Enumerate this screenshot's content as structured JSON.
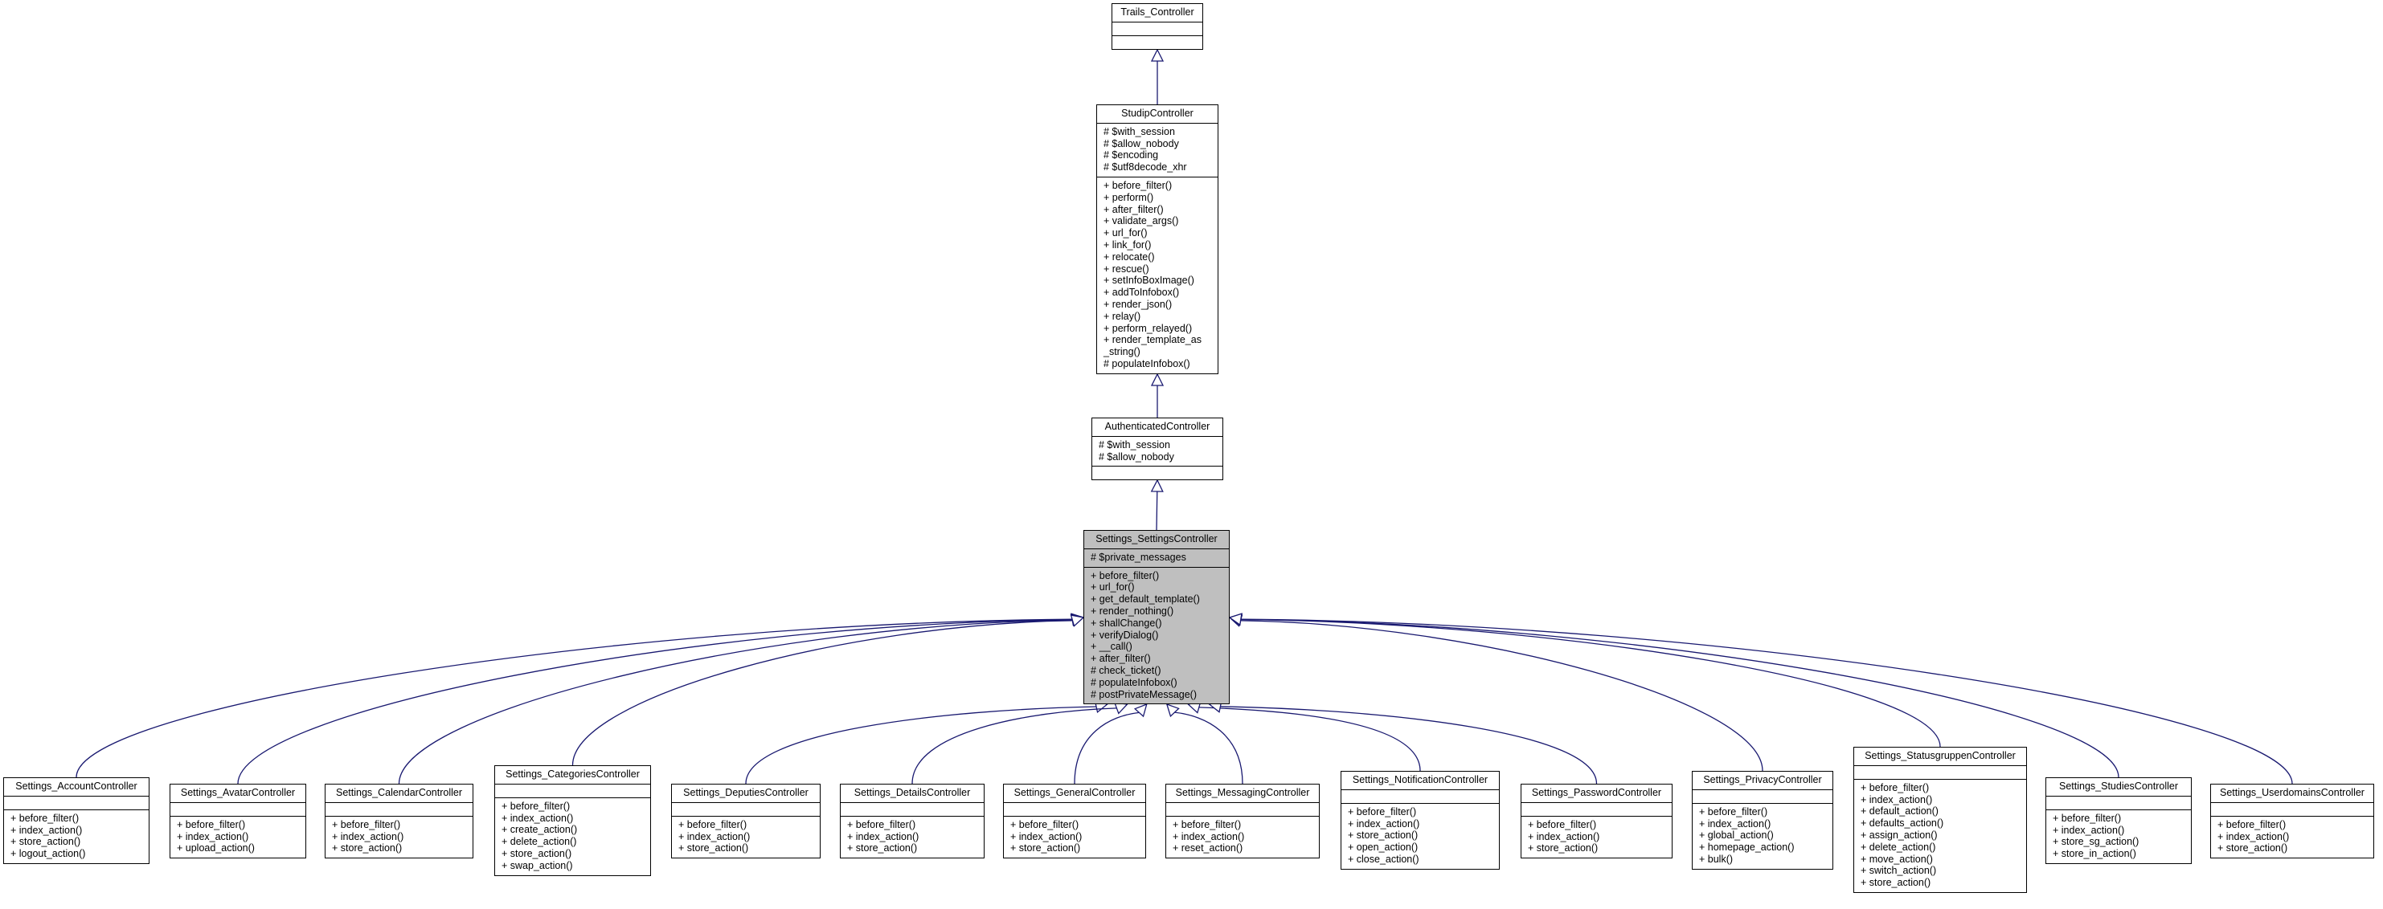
{
  "diagram": {
    "colors": {
      "edge": "#191970",
      "box_border": "#000000",
      "highlight": "#bfbfbf"
    },
    "classes": [
      {
        "id": "trails",
        "name": "Trails_Controller",
        "attributes": [],
        "methods": []
      },
      {
        "id": "studip",
        "name": "StudipController",
        "attributes": [
          "# $with_session",
          "# $allow_nobody",
          "# $encoding",
          "# $utf8decode_xhr"
        ],
        "methods": [
          "+ before_filter()",
          "+ perform()",
          "+ after_filter()",
          "+ validate_args()",
          "+ url_for()",
          "+ link_for()",
          "+ relocate()",
          "+ rescue()",
          "+ setInfoBoxImage()",
          "+ addToInfobox()",
          "+ render_json()",
          "+ relay()",
          "+ perform_relayed()",
          "+ render_template_as",
          "_string()",
          "# populateInfobox()"
        ]
      },
      {
        "id": "auth",
        "name": "AuthenticatedController",
        "attributes": [
          "# $with_session",
          "# $allow_nobody"
        ],
        "methods": []
      },
      {
        "id": "settings",
        "name": "Settings_SettingsController",
        "highlight": true,
        "attributes": [
          "# $private_messages"
        ],
        "methods": [
          "+ before_filter()",
          "+ url_for()",
          "+ get_default_template()",
          "+ render_nothing()",
          "+ shallChange()",
          "+ verifyDialog()",
          "+ __call()",
          "+ after_filter()",
          "# check_ticket()",
          "# populateInfobox()",
          "# postPrivateMessage()"
        ]
      },
      {
        "id": "account",
        "name": "Settings_AccountController",
        "attributes": [],
        "methods": [
          "+ before_filter()",
          "+ index_action()",
          "+ store_action()",
          "+ logout_action()"
        ]
      },
      {
        "id": "avatar",
        "name": "Settings_AvatarController",
        "attributes": [],
        "methods": [
          "+ before_filter()",
          "+ index_action()",
          "+ upload_action()"
        ]
      },
      {
        "id": "calendar",
        "name": "Settings_CalendarController",
        "attributes": [],
        "methods": [
          "+ before_filter()",
          "+ index_action()",
          "+ store_action()"
        ]
      },
      {
        "id": "categories",
        "name": "Settings_CategoriesController",
        "attributes": [],
        "methods": [
          "+ before_filter()",
          "+ index_action()",
          "+ create_action()",
          "+ delete_action()",
          "+ store_action()",
          "+ swap_action()"
        ]
      },
      {
        "id": "deputies",
        "name": "Settings_DeputiesController",
        "attributes": [],
        "methods": [
          "+ before_filter()",
          "+ index_action()",
          "+ store_action()"
        ]
      },
      {
        "id": "details",
        "name": "Settings_DetailsController",
        "attributes": [],
        "methods": [
          "+ before_filter()",
          "+ index_action()",
          "+ store_action()"
        ]
      },
      {
        "id": "general",
        "name": "Settings_GeneralController",
        "attributes": [],
        "methods": [
          "+ before_filter()",
          "+ index_action()",
          "+ store_action()"
        ]
      },
      {
        "id": "messaging",
        "name": "Settings_MessagingController",
        "attributes": [],
        "methods": [
          "+ before_filter()",
          "+ index_action()",
          "+ reset_action()"
        ]
      },
      {
        "id": "notification",
        "name": "Settings_NotificationController",
        "attributes": [],
        "methods": [
          "+ before_filter()",
          "+ index_action()",
          "+ store_action()",
          "+ open_action()",
          "+ close_action()"
        ]
      },
      {
        "id": "password",
        "name": "Settings_PasswordController",
        "attributes": [],
        "methods": [
          "+ before_filter()",
          "+ index_action()",
          "+ store_action()"
        ]
      },
      {
        "id": "privacy",
        "name": "Settings_PrivacyController",
        "attributes": [],
        "methods": [
          "+ before_filter()",
          "+ index_action()",
          "+ global_action()",
          "+ homepage_action()",
          "+ bulk()"
        ]
      },
      {
        "id": "statusgruppen",
        "name": "Settings_StatusgruppenController",
        "attributes": [],
        "methods": [
          "+ before_filter()",
          "+ index_action()",
          "+ default_action()",
          "+ defaults_action()",
          "+ assign_action()",
          "+ delete_action()",
          "+ move_action()",
          "+ switch_action()",
          "+ store_action()"
        ]
      },
      {
        "id": "studies",
        "name": "Settings_StudiesController",
        "attributes": [],
        "methods": [
          "+ before_filter()",
          "+ index_action()",
          "+ store_sg_action()",
          "+ store_in_action()"
        ]
      },
      {
        "id": "userdomains",
        "name": "Settings_UserdomainsController",
        "attributes": [],
        "methods": [
          "+ before_filter()",
          "+ index_action()",
          "+ store_action()"
        ]
      }
    ],
    "edges": [
      {
        "from": "studip",
        "to": "trails"
      },
      {
        "from": "auth",
        "to": "studip"
      },
      {
        "from": "settings",
        "to": "auth"
      },
      {
        "from": "account",
        "to": "settings"
      },
      {
        "from": "avatar",
        "to": "settings"
      },
      {
        "from": "calendar",
        "to": "settings"
      },
      {
        "from": "categories",
        "to": "settings"
      },
      {
        "from": "deputies",
        "to": "settings"
      },
      {
        "from": "details",
        "to": "settings"
      },
      {
        "from": "general",
        "to": "settings"
      },
      {
        "from": "messaging",
        "to": "settings"
      },
      {
        "from": "notification",
        "to": "settings"
      },
      {
        "from": "password",
        "to": "settings"
      },
      {
        "from": "privacy",
        "to": "settings"
      },
      {
        "from": "statusgruppen",
        "to": "settings"
      },
      {
        "from": "studies",
        "to": "settings"
      },
      {
        "from": "userdomains",
        "to": "settings"
      }
    ]
  }
}
